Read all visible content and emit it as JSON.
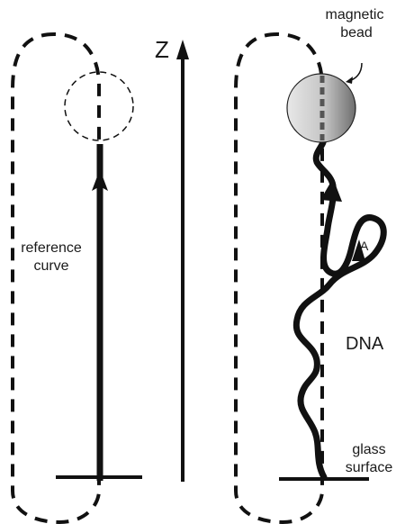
{
  "labels": {
    "axis": "Z",
    "magnetic": "magnetic",
    "bead": "bead",
    "reference_1": "reference",
    "reference_2": "curve",
    "dna": "DNA",
    "point_a": "A",
    "glass": "glass",
    "surface": "surface"
  },
  "colors": {
    "ink": "#111111",
    "bead_dark": "#7a7a7a",
    "bead_light": "#e6e6e6",
    "background": "#ffffff"
  }
}
